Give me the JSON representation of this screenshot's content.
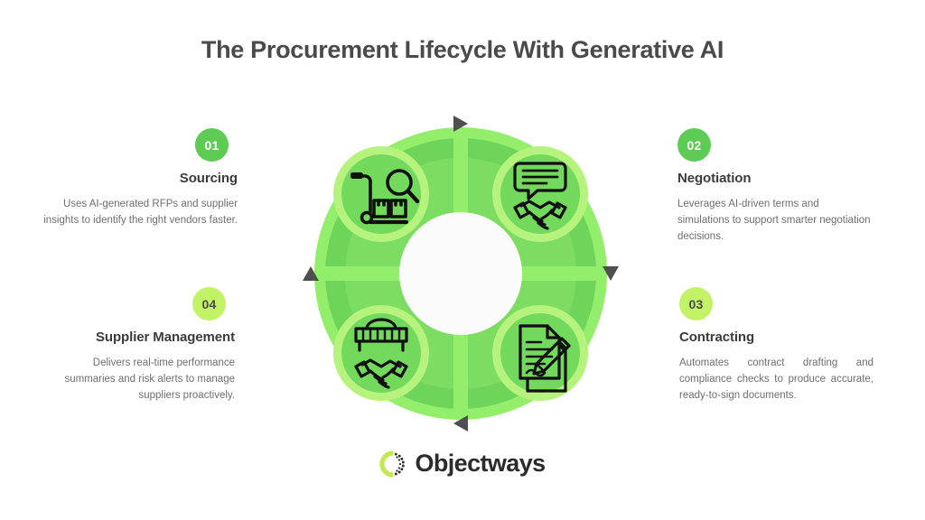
{
  "page": {
    "title": "The Procurement Lifecycle With Generative AI",
    "background": "#ffffff"
  },
  "colors": {
    "title_text": "#4a4a4a",
    "step_title_text": "#3c3c3c",
    "body_text": "#6e6e6e",
    "badge_green": "#5ecb55",
    "badge_lime": "#c2f266",
    "badge_light_text": "#4a4a4a",
    "badge_dark_text": "#ffffff",
    "ring_light": "#93ef6b",
    "ring_segment": "#6fd45a",
    "ring_segment_alt": "#7ddc62",
    "icon_circle": "#72d95c",
    "icon_halo": "#b6f37e",
    "center_white": "#fbfbfb",
    "arrow": "#4f4f4f",
    "icon_stroke": "#101010",
    "logo_green": "#c2e84f",
    "logo_dark": "#2b2b2b"
  },
  "steps": [
    {
      "number": "01",
      "title": "Sourcing",
      "description": "Uses AI-generated RFPs and supplier insights to identify the right vendors faster.",
      "icon": "trolley-magnifier-icon",
      "align": "right",
      "badge_style": "green",
      "position": "top-left"
    },
    {
      "number": "02",
      "title": "Negotiation",
      "description": "Leverages AI-driven terms and simulations to support smarter negotiation decisions.",
      "icon": "speech-bubble-handshake-icon",
      "align": "left",
      "badge_style": "green",
      "position": "top-right"
    },
    {
      "number": "03",
      "title": "Contracting",
      "description": "Automates contract drafting and compliance checks to produce accurate, ready-to-sign documents.",
      "icon": "document-pencil-icon",
      "align": "left",
      "badge_style": "lime",
      "position": "bottom-right"
    },
    {
      "number": "04",
      "title": "Supplier Management",
      "description": "Delivers real-time performance summaries and risk alerts to manage suppliers proactively.",
      "icon": "storefront-handshake-icon",
      "align": "right",
      "badge_style": "lime",
      "position": "bottom-left"
    }
  ],
  "diagram": {
    "name": "procurement-lifecycle-wheel",
    "flow_direction": "clockwise",
    "arrows": [
      {
        "name": "arrow-top",
        "direction": "right"
      },
      {
        "name": "arrow-right",
        "direction": "down"
      },
      {
        "name": "arrow-bottom",
        "direction": "left"
      },
      {
        "name": "arrow-left",
        "direction": "up"
      }
    ]
  },
  "logo": {
    "text": "Objectways",
    "mark": "objectways-ring-icon"
  }
}
